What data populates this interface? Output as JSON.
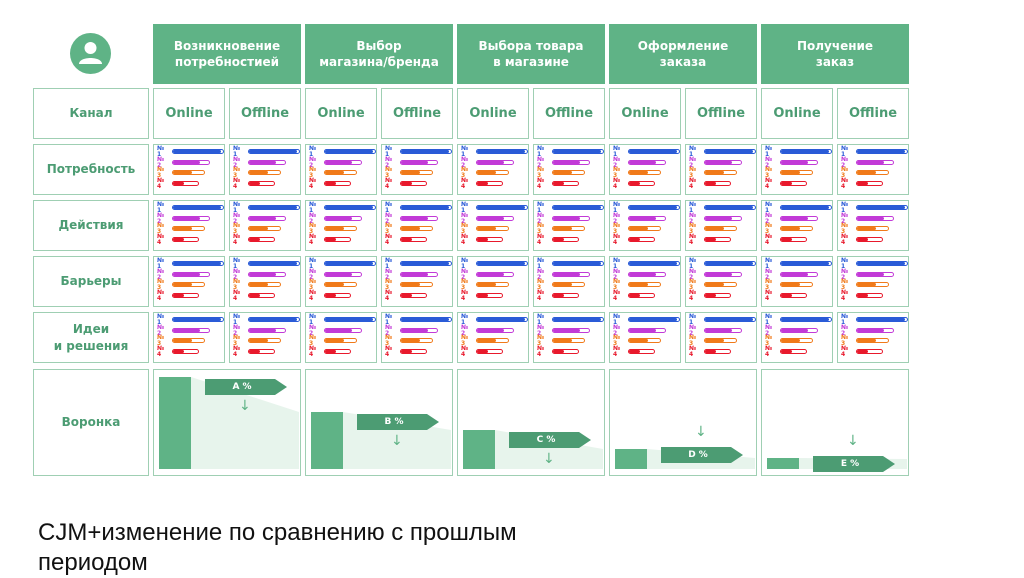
{
  "stages": [
    "Возникновение\nпотребностией",
    "Выбор\nмагазина/бренда",
    "Выбора товара\nв магазине",
    "Оформление\nзаказа",
    "Получение\nзаказ"
  ],
  "rows": [
    "Канал",
    "Потребность",
    "Действия",
    "Барьеры",
    "Идеи\nи решения",
    "Воронка"
  ],
  "channels": [
    "Online",
    "Offline"
  ],
  "metrics": [
    "№ 1",
    "№ 2",
    "№ 3",
    "№ 4"
  ],
  "metric_colors": [
    "#2a5bd7",
    "#c23ad7",
    "#f07a1a",
    "#e8192c"
  ],
  "metric_levels": [
    0.95,
    0.75,
    0.6,
    0.45
  ],
  "funnel_labels": [
    "A %",
    "B %",
    "C %",
    "D %",
    "E %"
  ],
  "funnel_levels": [
    1.0,
    0.62,
    0.42,
    0.22,
    0.12
  ],
  "caption": "CJM+изменение по сравнению с прошлым\nпериодом"
}
